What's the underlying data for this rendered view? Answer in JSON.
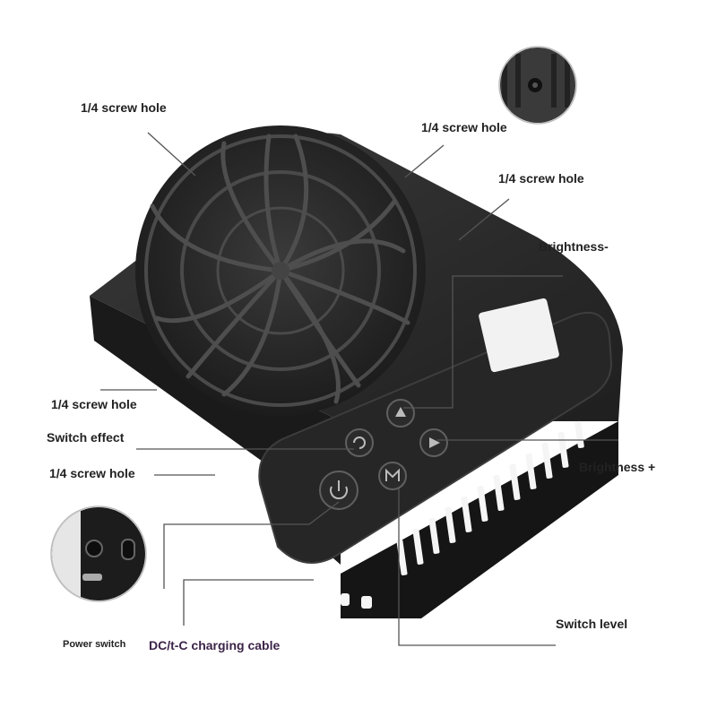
{
  "labels": {
    "screw_hole_top_left": "1/4 screw hole",
    "screw_hole_top_mid": "1/4 screw hole",
    "screw_hole_top_right": "1/4 screw hole",
    "brightness_minus": "Brightness-",
    "screw_hole_left_upper": "1/4 screw hole",
    "switch_effect": "Switch effect",
    "brightness_plus": "Brightness +",
    "screw_hole_left_lower": "1/4 screw hole",
    "switch_level": "Switch level",
    "power_switch": "Power switch",
    "charging_cable": "DC/t-C charging cable"
  },
  "colors": {
    "device_body": "#2b2b2b",
    "device_dark": "#161616",
    "screen": "#f2f2f2",
    "leader_line": "#555555",
    "label_text": "#222222",
    "label_accent": "#3b2448"
  },
  "icons": {
    "power_button": "power-icon",
    "effect_button": "cycle-icon",
    "level_button": "m-icon",
    "brightness_up_button": "arrow-right-icon",
    "brightness_down_button": "arrow-up-icon"
  }
}
